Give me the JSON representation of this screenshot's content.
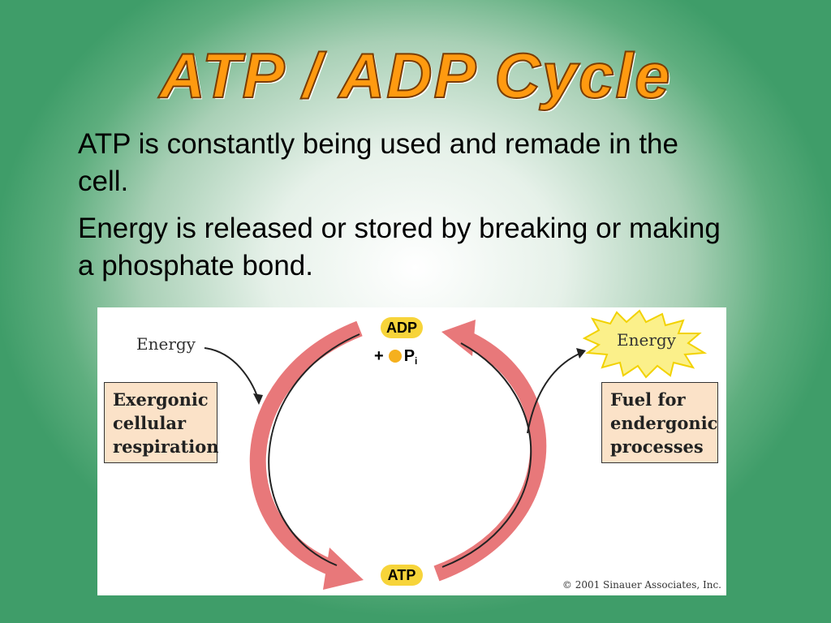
{
  "slide": {
    "title": "ATP / ADP Cycle",
    "bullets": [
      "ATP is constantly being used and remade in the cell.",
      "Energy is released or stored by breaking or making a phosphate bond."
    ]
  },
  "diagram": {
    "energy_in_label": "Energy",
    "energy_out_label": "Energy",
    "left_box_lines": [
      "Exergonic",
      "cellular",
      "respiration"
    ],
    "right_box_lines": [
      "Fuel for",
      "endergonic",
      "processes"
    ],
    "adp_label": "ADP",
    "plus": "+",
    "pi_letter": "P",
    "pi_subscript": "i",
    "atp_label": "ATP",
    "copyright": "© 2001 Sinauer Associates, Inc."
  },
  "colors": {
    "title_fill": "#ff9a10",
    "background_green": "#3f9d69",
    "arrow_red": "#e8787a",
    "box_fill": "#fbe2c8",
    "pill_yellow": "#f7d43a"
  }
}
